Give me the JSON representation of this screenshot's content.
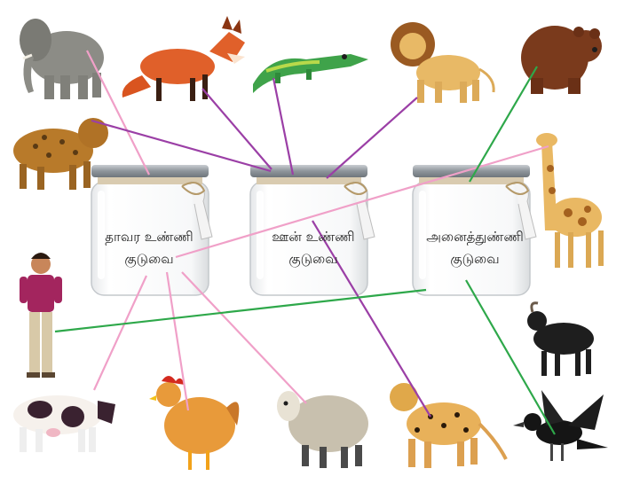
{
  "jars": [
    {
      "line1": "தாவர உண்ணி",
      "line2": "குடுவை"
    },
    {
      "line1": "ஊன் உண்ணி",
      "line2": "குடுவை"
    },
    {
      "line1": "அனைத்துண்ணி",
      "line2": "குடுவை"
    }
  ],
  "animals": [
    "elephant",
    "fox",
    "crocodile",
    "lion",
    "bear",
    "hyena",
    "giraffe",
    "boy",
    "cow",
    "hen",
    "sheep",
    "cheetah",
    "goat",
    "crow"
  ],
  "connections": [
    {
      "from": "elephant",
      "to": "jar-1",
      "color": "#f0a0c8"
    },
    {
      "from": "fox",
      "to": "jar-2",
      "color": "#9b3fa6"
    },
    {
      "from": "crocodile",
      "to": "jar-2",
      "color": "#9b3fa6"
    },
    {
      "from": "lion",
      "to": "jar-2",
      "color": "#9b3fa6"
    },
    {
      "from": "hyena",
      "to": "jar-2",
      "color": "#9b3fa6"
    },
    {
      "from": "bear",
      "to": "jar-3",
      "color": "#2ea84a"
    },
    {
      "from": "giraffe",
      "to": "jar-1",
      "color": "#f0a0c8"
    },
    {
      "from": "boy",
      "to": "jar-3",
      "color": "#2ea84a"
    },
    {
      "from": "cow",
      "to": "jar-1",
      "color": "#f0a0c8"
    },
    {
      "from": "hen",
      "to": "jar-1",
      "color": "#f0a0c8"
    },
    {
      "from": "sheep",
      "to": "jar-1",
      "color": "#f0a0c8"
    },
    {
      "from": "cheetah",
      "to": "jar-2",
      "color": "#9b3fa6"
    },
    {
      "from": "crow",
      "to": "jar-3",
      "color": "#2ea84a"
    }
  ],
  "colors": {
    "herbivore_line": "#f0a0c8",
    "carnivore_line": "#9b3fa6",
    "omnivore_line": "#2ea84a",
    "jar_lid": "#8e959b"
  }
}
